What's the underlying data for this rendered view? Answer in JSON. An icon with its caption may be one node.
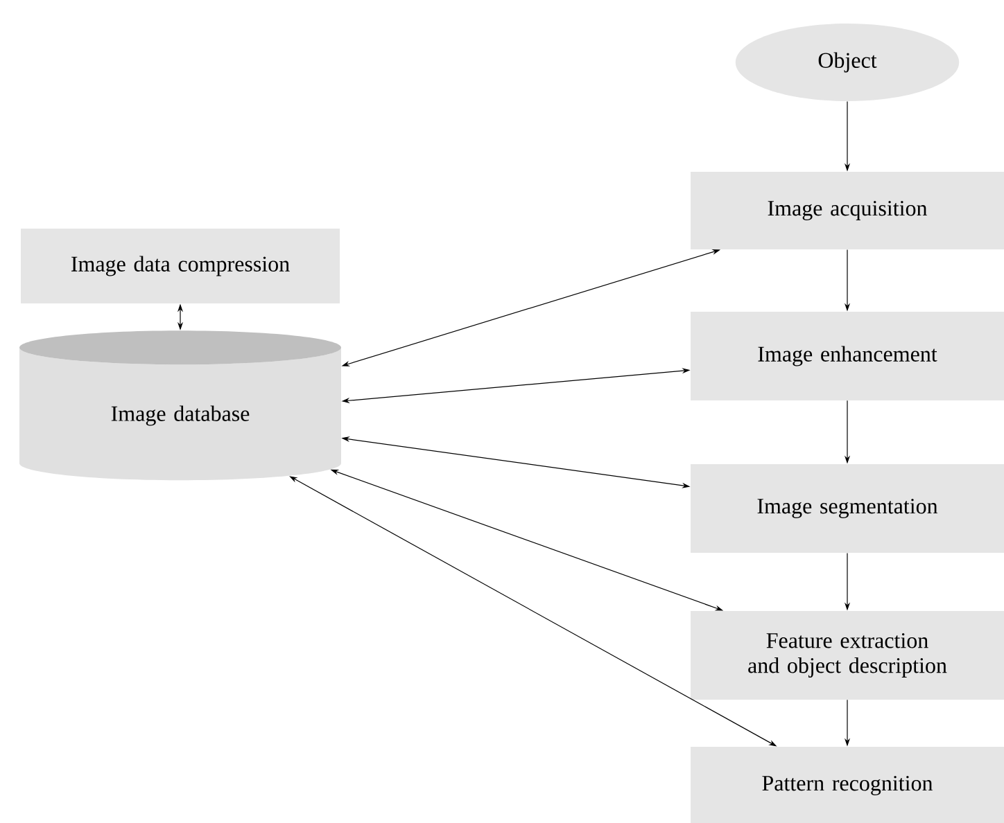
{
  "diagram": {
    "nodes": [
      {
        "text": [
          "Object"
        ]
      },
      {
        "text": [
          "Image acquisition"
        ]
      },
      {
        "text": [
          "Image enhancement"
        ]
      },
      {
        "text": [
          "Image segmentation"
        ]
      },
      {
        "text": [
          "Feature extraction and object description"
        ]
      },
      {
        "text": [
          "Pattern recognition"
        ]
      },
      {
        "text": [
          "Image data compression"
        ]
      },
      {
        "text": [
          "Image database"
        ]
      }
    ],
    "edges": [
      {
        "from": 0,
        "to": 1,
        "arrow": "to"
      },
      {
        "from": 1,
        "to": 2,
        "arrow": "to"
      },
      {
        "from": 2,
        "to": 3,
        "arrow": "to"
      },
      {
        "from": 3,
        "to": 4,
        "arrow": "to"
      },
      {
        "from": 4,
        "to": 5,
        "arrow": "to"
      },
      {
        "from": 6,
        "to": 7,
        "arrow": "both"
      },
      {
        "from": 7,
        "to": 1,
        "arrow": "both"
      },
      {
        "from": 7,
        "to": 2,
        "arrow": "both"
      },
      {
        "from": 7,
        "to": 3,
        "arrow": "both"
      },
      {
        "from": 7,
        "to": 4,
        "arrow": "both"
      },
      {
        "from": 7,
        "to": 5,
        "arrow": "both"
      }
    ]
  }
}
